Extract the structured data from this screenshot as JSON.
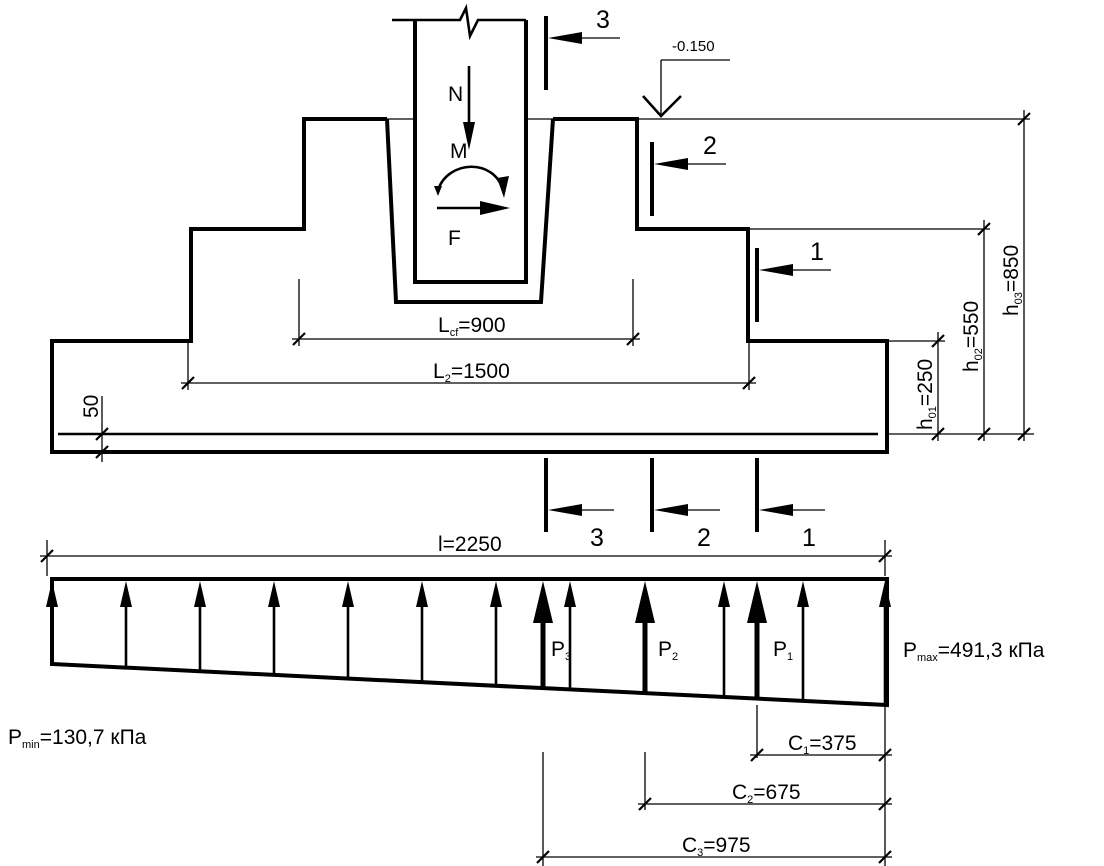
{
  "loads": {
    "n": "N",
    "m": "M",
    "f": "F"
  },
  "level_mark": "-0.150",
  "sections": {
    "s1": "1",
    "s2": "2",
    "s3": "3"
  },
  "dims": {
    "l_cf_sym": "L",
    "l_cf_sub": "cf",
    "l_cf_val": "=900",
    "l_2_sym": "L",
    "l_2_sub": "2",
    "l_2_val": "=1500",
    "cover": "50",
    "h01_sym": "h",
    "h01_sub": "01",
    "h01_val": "=250",
    "h02_sym": "h",
    "h02_sub": "02",
    "h02_val": "=550",
    "h03_sym": "h",
    "h03_sub": "03",
    "h03_val": "=850",
    "l_total": "l=2250",
    "c1_sym": "C",
    "c1_sub": "1",
    "c1_val": "=375",
    "c2_sym": "C",
    "c2_sub": "2",
    "c2_val": "=675",
    "c3_sym": "C",
    "c3_sub": "3",
    "c3_val": "=975"
  },
  "pressure": {
    "pmax_sym": "P",
    "pmax_sub": "max",
    "pmax_val": "=491,3  кПа",
    "pmin_sym": "P",
    "pmin_sub": "min",
    "pmin_val": "=130,7  кПа",
    "p1_sym": "P",
    "p1_sub": "1",
    "p2_sym": "P",
    "p2_sub": "2",
    "p3_sym": "P",
    "p3_sub": "3"
  }
}
